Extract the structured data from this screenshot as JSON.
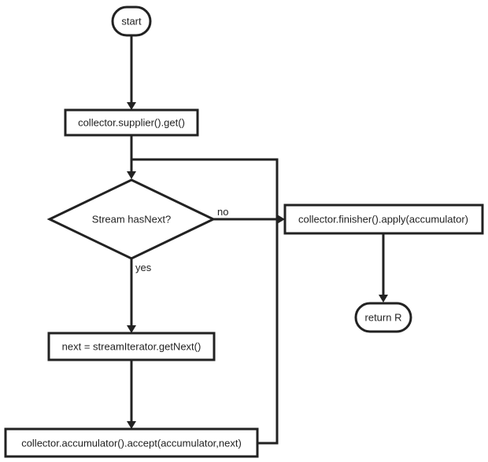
{
  "colors": {
    "stroke": "#222222",
    "background": "#ffffff",
    "text": "#222222"
  },
  "nodes": {
    "start": {
      "label": "start",
      "shape": "terminal"
    },
    "supplier": {
      "label": "collector.supplier().get()",
      "shape": "process"
    },
    "decision": {
      "label": "Stream hasNext?",
      "shape": "decision"
    },
    "next": {
      "label": "next = streamIterator.getNext()",
      "shape": "process"
    },
    "accumulator": {
      "label": "collector.accumulator().accept(accumulator,next)",
      "shape": "process"
    },
    "finisher": {
      "label": "collector.finisher().apply(accumulator)",
      "shape": "process"
    },
    "return": {
      "label": "return R",
      "shape": "terminal"
    }
  },
  "edges": [
    {
      "from": "start",
      "to": "supplier",
      "label": ""
    },
    {
      "from": "supplier",
      "to": "decision",
      "label": ""
    },
    {
      "from": "decision",
      "to": "next",
      "label": "yes"
    },
    {
      "from": "decision",
      "to": "finisher",
      "label": "no"
    },
    {
      "from": "next",
      "to": "accumulator",
      "label": ""
    },
    {
      "from": "accumulator",
      "to": "decision",
      "label": ""
    },
    {
      "from": "finisher",
      "to": "return",
      "label": ""
    }
  ],
  "edge_labels": {
    "yes": "yes",
    "no": "no"
  }
}
